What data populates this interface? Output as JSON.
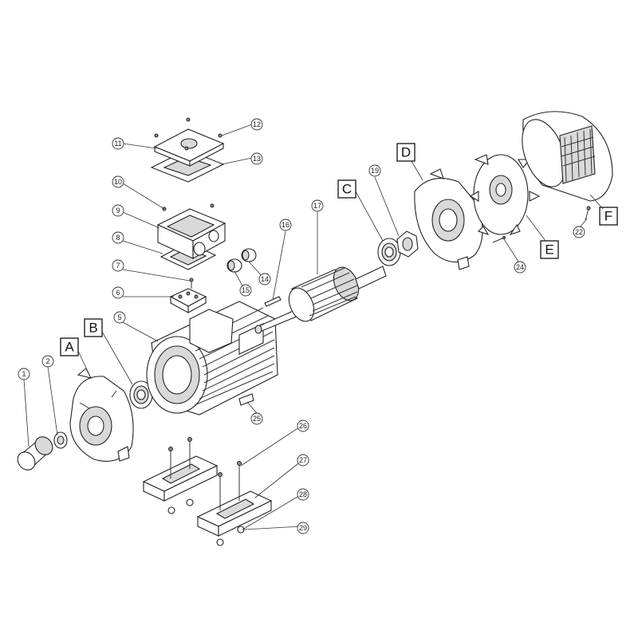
{
  "callouts": {
    "n1": "1",
    "n2": "2",
    "n5": "5",
    "n6": "6",
    "n7": "7",
    "n8": "8",
    "n9": "9",
    "n10": "10",
    "n11": "11",
    "n12": "12",
    "n13": "13",
    "n14": "14",
    "n15": "15",
    "n16": "16",
    "n17": "17",
    "n19": "19",
    "n22": "22",
    "n24": "24",
    "n25": "25",
    "n26": "26",
    "n27": "27",
    "n28": "28",
    "n29": "29"
  },
  "letters": {
    "A": "A",
    "B": "B",
    "C": "C",
    "D": "D",
    "E": "E",
    "F": "F"
  }
}
